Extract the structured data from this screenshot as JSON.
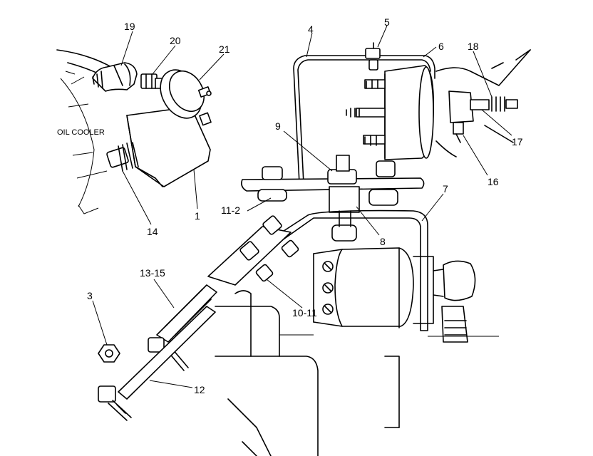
{
  "diagram": {
    "text_label": "OIL COOLER",
    "callouts": {
      "c1": "1",
      "c3": "3",
      "c4": "4",
      "c5": "5",
      "c6": "6",
      "c7": "7",
      "c8": "8",
      "c9": "9",
      "c10_11": "10-11",
      "c11_2": "11-2",
      "c12": "12",
      "c13_15": "13-15",
      "c14": "14",
      "c16": "16",
      "c17": "17",
      "c18": "18",
      "c19": "19",
      "c20": "20",
      "c21": "21"
    }
  }
}
